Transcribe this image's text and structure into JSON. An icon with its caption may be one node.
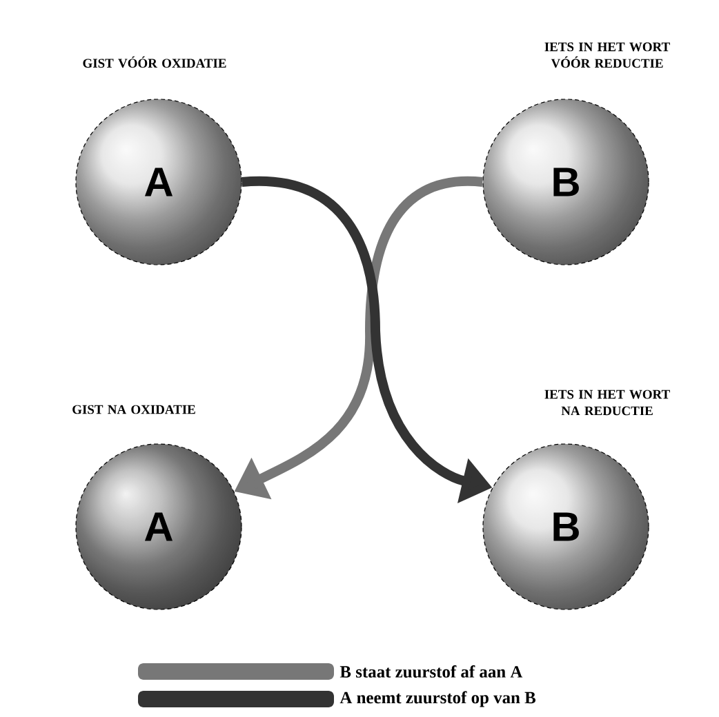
{
  "diagram": {
    "nodes": [
      {
        "text": [
          "GIST VÓÓR OXIDATIE",
          "A"
        ]
      },
      {
        "text": [
          "IETS IN HET WORT VÓÓR REDUCTIE",
          "B"
        ]
      },
      {
        "text": [
          "GIST NA OXIDATIE",
          "A"
        ]
      },
      {
        "text": [
          "IETS IN HET WORT NA REDUCTIE",
          "B"
        ]
      }
    ],
    "edges": [
      {
        "from": 1,
        "to": 2,
        "arrow": "to",
        "color": "#777777"
      },
      {
        "from": 0,
        "to": 3,
        "arrow": "to",
        "color": "#333333"
      }
    ],
    "legend": [
      {
        "text": "B staat zuurstof af aan A",
        "color": "#777777"
      },
      {
        "text": "A neemt zuurstof op van B",
        "color": "#333333"
      }
    ]
  }
}
